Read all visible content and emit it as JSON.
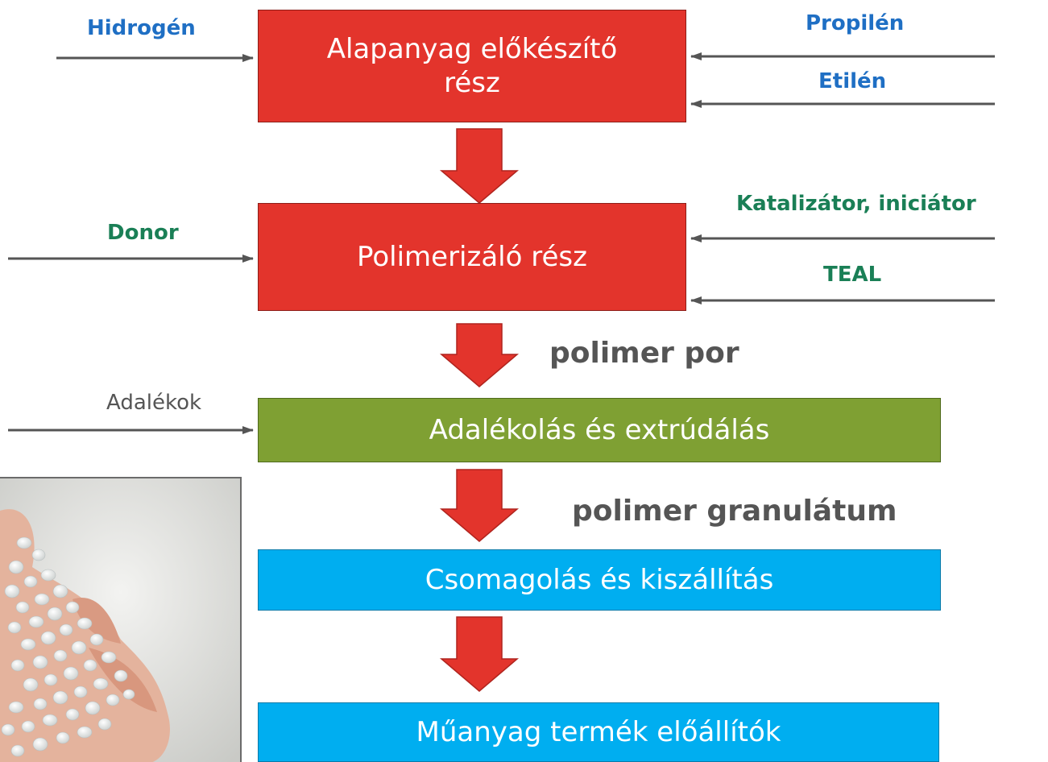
{
  "boxes": {
    "feed_prep": "Alapanyag előkészítő rész",
    "polymerization": "Polimerizáló rész",
    "additives_extrusion": "Adalékolás és extrúdálás",
    "packaging_shipping": "Csomagolás és kiszállítás",
    "plastic_producers": "Műanyag termék előállítók"
  },
  "inputs": {
    "hydrogen": "Hidrogén",
    "propylene": "Propilén",
    "ethylene": "Etilén",
    "donor": "Donor",
    "catalyst": "Katalizátor, iniciátor",
    "teal": "TEAL",
    "additives": "Adalékok"
  },
  "products": {
    "polymer_powder": "polimer por",
    "polymer_granulate": "polimer granulátum"
  },
  "colors": {
    "red_box": "#e3342c",
    "green_box": "#7fa033",
    "blue_box": "#00aef0",
    "label_blue": "#1f6fc4",
    "label_green": "#1a7f56",
    "label_gray": "#555555",
    "arrow_red": "#e3342c"
  }
}
